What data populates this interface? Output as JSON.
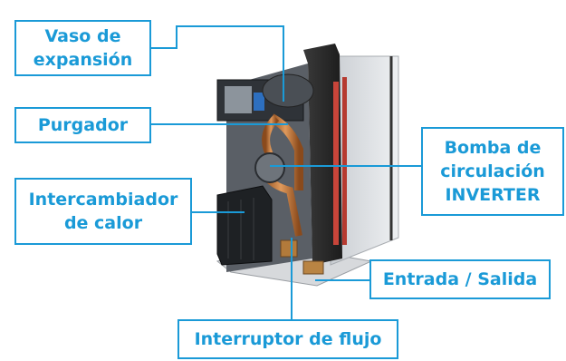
{
  "labels": {
    "vaso": "Vaso de\nexpansión",
    "purgador": "Purgador",
    "bomba": "Bomba de\ncirculación\nINVERTER",
    "intercambiador": "Intercambiador\nde calor",
    "entrada": "Entrada / Salida",
    "interruptor": "Interruptor de flujo"
  },
  "colors": {
    "accent": "#1a9ad7",
    "copper": "#c8773d",
    "frame": "#2b2b2b",
    "panel": "#d9dde2"
  }
}
